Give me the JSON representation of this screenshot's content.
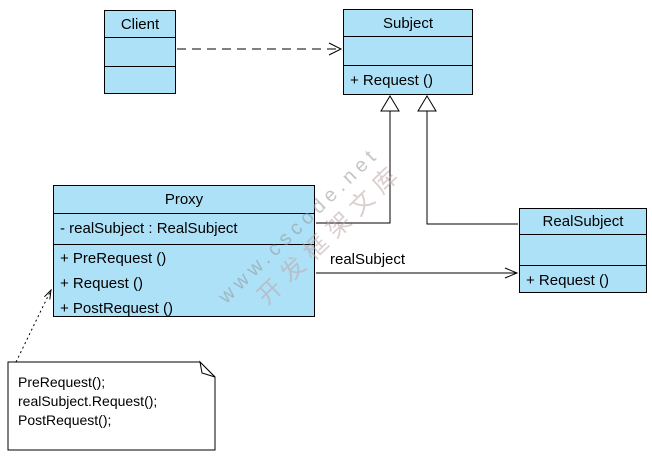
{
  "diagram": {
    "kind": "uml-class-diagram",
    "pattern": "Proxy",
    "colors": {
      "class_fill": "#ade1f8",
      "class_border": "#000000",
      "note_fill": "#ffffff",
      "line": "#000000",
      "background": "#ffffff",
      "watermark_latin": "rgba(150,150,150,0.55)",
      "watermark_cjk": "rgba(190,165,165,0.55)"
    },
    "classes": {
      "client": {
        "name": "Client",
        "attributes": [],
        "methods": []
      },
      "subject": {
        "name": "Subject",
        "attributes": [],
        "methods": [
          "+ Request ()"
        ]
      },
      "proxy": {
        "name": "Proxy",
        "attributes": [
          "- realSubject : RealSubject"
        ],
        "methods": [
          "+ PreRequest ()",
          "+ Request ()",
          "+ PostRequest ()"
        ]
      },
      "realsubject": {
        "name": "RealSubject",
        "attributes": [],
        "methods": [
          "+ Request ()"
        ]
      }
    },
    "edges": {
      "association_label": "realSubject"
    },
    "note": {
      "lines": [
        "PreRequest();",
        "realSubject.Request();",
        "PostRequest();"
      ]
    },
    "watermark": {
      "line1": "www.cscode.net",
      "line2": "开发框架文库"
    }
  }
}
